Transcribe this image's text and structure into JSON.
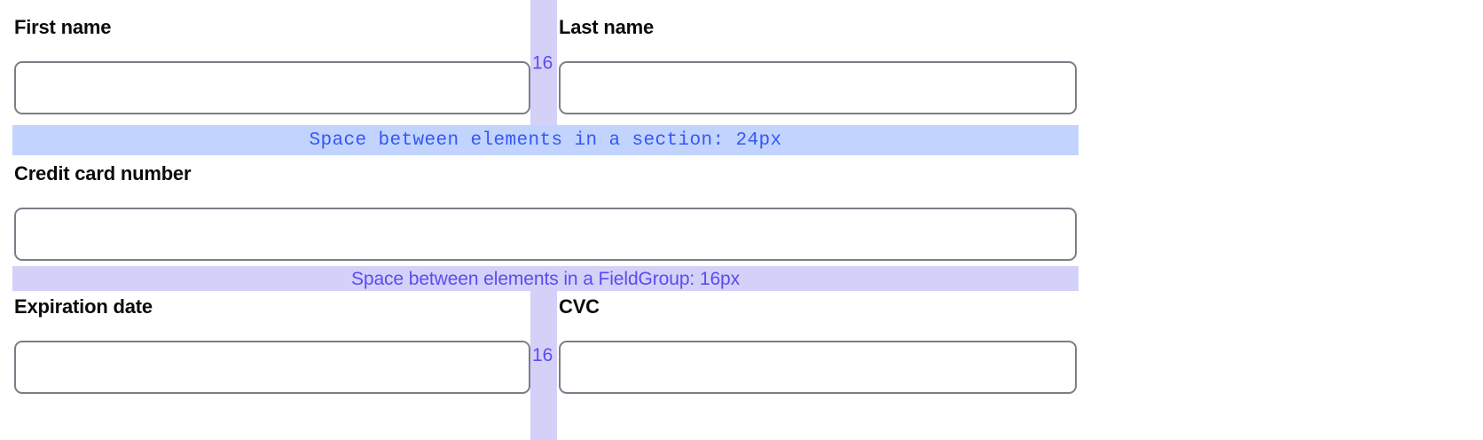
{
  "colors": {
    "section_band_bg": "#c2d4fd",
    "section_band_text": "#3457f5",
    "group_band_bg": "#d4d1f8",
    "group_band_text": "#5b4bf0",
    "gap_column_bg": "#d4d1f8",
    "gap_number_text": "#5b4bf0",
    "input_border": "#7d7d88",
    "input_bg": "#ffffff",
    "label_text": "#0b0b0d",
    "page_bg": "#ffffff"
  },
  "form": {
    "rows": [
      {
        "name": "name-row",
        "fields": [
          {
            "name": "first-name",
            "label": "First name",
            "value": "",
            "placeholder": ""
          },
          {
            "name": "last-name",
            "label": "Last name",
            "value": "",
            "placeholder": ""
          }
        ],
        "gap_label": "16"
      },
      {
        "name": "credit-card-row",
        "fields": [
          {
            "name": "credit-card-number",
            "label": "Credit card number",
            "value": "",
            "placeholder": ""
          }
        ],
        "gap_label": ""
      },
      {
        "name": "expiry-cvc-row",
        "fields": [
          {
            "name": "expiration-date",
            "label": "Expiration date",
            "value": "",
            "placeholder": ""
          },
          {
            "name": "cvc",
            "label": "CVC",
            "value": "",
            "placeholder": ""
          }
        ],
        "gap_label": "16"
      }
    ]
  },
  "annotations": {
    "section_band": {
      "name": "section-spacing-band",
      "text": "Space between elements in a section: 24px",
      "value": "24px"
    },
    "group_band": {
      "name": "fieldgroup-spacing-band",
      "text": "Space between elements in a FieldGroup: 16px",
      "value": "16px"
    },
    "gap_markers": [
      {
        "name": "name-row-gap",
        "text": "16"
      },
      {
        "name": "expiry-row-gap",
        "text": "16"
      }
    ]
  }
}
